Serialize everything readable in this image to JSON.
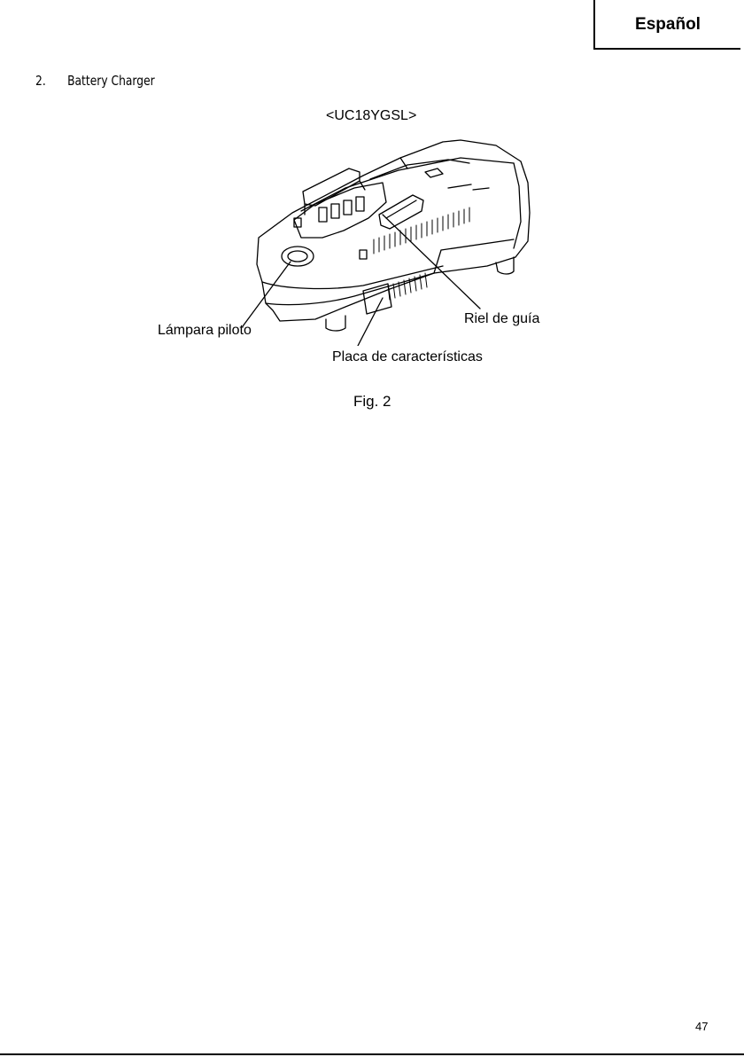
{
  "header": {
    "language_tab": "Español"
  },
  "section": {
    "number": "2.",
    "title": "Battery Charger"
  },
  "figure": {
    "model": "<UC18YGSL>",
    "callouts": {
      "pilot_lamp": "Lámpara piloto",
      "guide_rail": "Riel de guía",
      "name_plate": "Placa de características"
    },
    "caption": "Fig. 2"
  },
  "footer": {
    "page_number": "47"
  }
}
